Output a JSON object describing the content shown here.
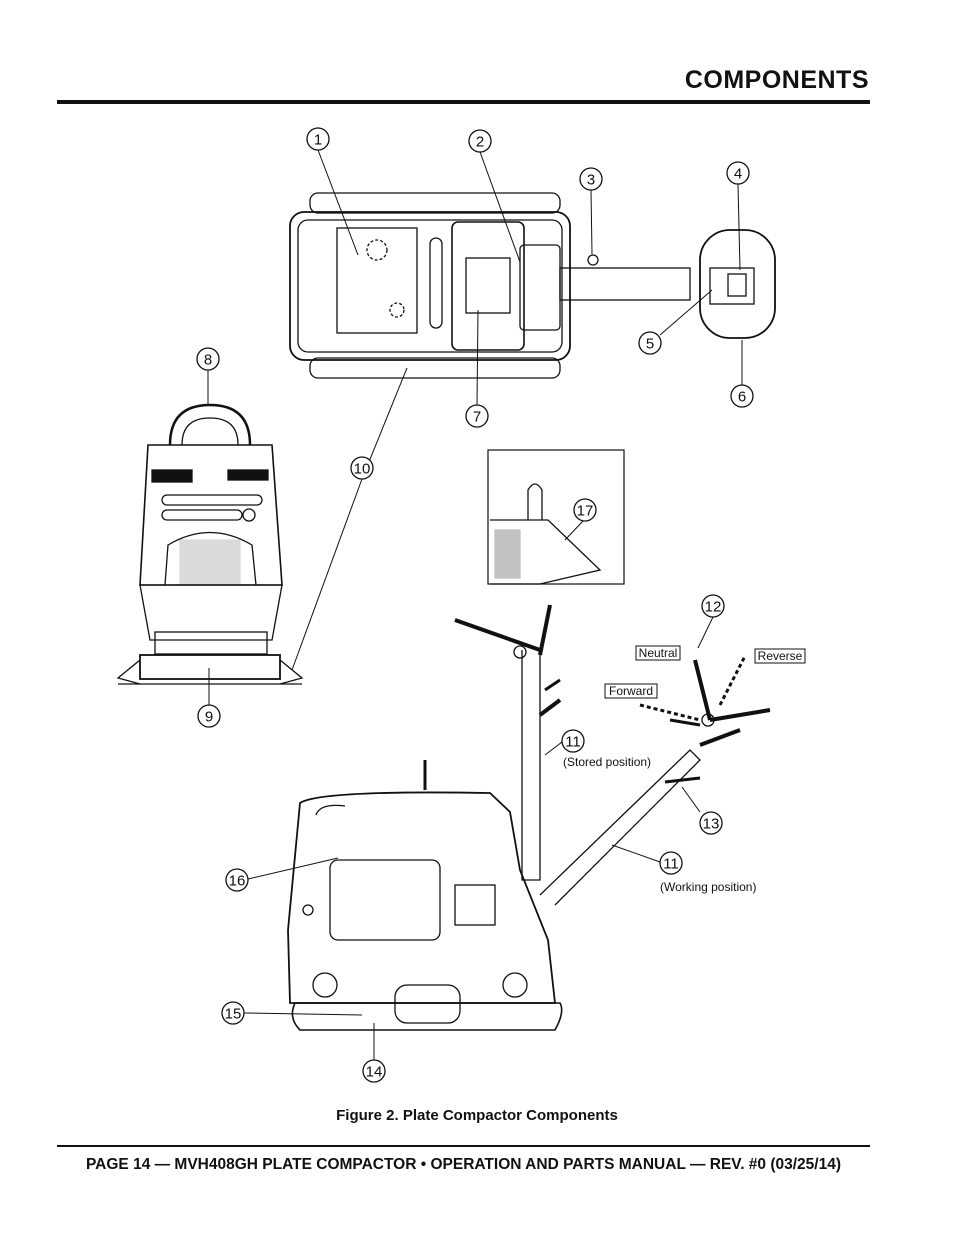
{
  "header": {
    "section_title": "COMPONENTS"
  },
  "figure": {
    "caption": "Figure 2. Plate Compactor Components",
    "callouts": [
      "1",
      "2",
      "3",
      "4",
      "5",
      "6",
      "7",
      "8",
      "9",
      "10",
      "11",
      "11",
      "12",
      "13",
      "14",
      "15",
      "16",
      "17"
    ],
    "labels": {
      "neutral": "Neutral",
      "reverse": "Reverse",
      "forward": "Forward",
      "stored_position": "(Stored position)",
      "working_position": "(Working position)"
    }
  },
  "footer": {
    "text": "PAGE 14 — MVH408GH PLATE COMPACTOR • OPERATION AND PARTS MANUAL — REV. #0 (03/25/14)"
  }
}
